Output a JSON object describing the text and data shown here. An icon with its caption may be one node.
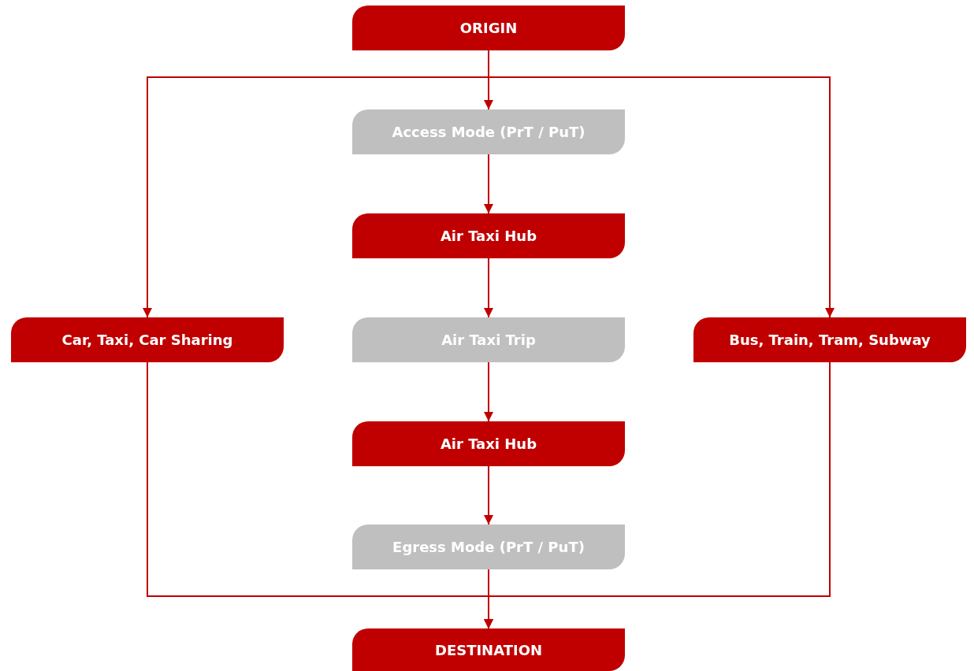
{
  "diagram": {
    "nodes": [
      {
        "text": [
          "ORIGIN"
        ]
      },
      {
        "text": [
          "Access Mode (PrT / PuT)"
        ]
      },
      {
        "text": [
          "Air Taxi Hub"
        ]
      },
      {
        "text": [
          "Car, Taxi, Car Sharing"
        ]
      },
      {
        "text": [
          "Air Taxi Trip"
        ]
      },
      {
        "text": [
          "Bus, Train, Tram, Subway"
        ]
      },
      {
        "text": [
          "Air Taxi Hub"
        ]
      },
      {
        "text": [
          "Egress Mode (PrT / PuT)"
        ]
      },
      {
        "text": [
          "DESTINATION"
        ]
      }
    ],
    "edges": [
      {
        "from": 0,
        "to": 1,
        "arrow": "to"
      },
      {
        "from": 1,
        "to": 2,
        "arrow": "to"
      },
      {
        "from": 2,
        "to": 4,
        "arrow": "to"
      },
      {
        "from": 4,
        "to": 6,
        "arrow": "to"
      },
      {
        "from": 6,
        "to": 7,
        "arrow": "to"
      },
      {
        "from": 7,
        "to": 8,
        "arrow": "to"
      },
      {
        "from": 0,
        "to": 3,
        "arrow": "to"
      },
      {
        "from": 0,
        "to": 5,
        "arrow": "to"
      },
      {
        "from": 3,
        "to": 8,
        "arrow": "to"
      },
      {
        "from": 5,
        "to": 8,
        "arrow": "to"
      }
    ]
  }
}
